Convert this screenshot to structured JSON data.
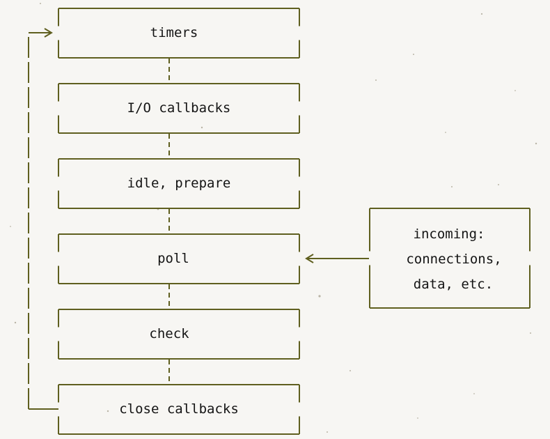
{
  "phases": [
    {
      "label": "timers"
    },
    {
      "label": "I/O callbacks"
    },
    {
      "label": "idle, prepare"
    },
    {
      "label": "poll"
    },
    {
      "label": "check"
    },
    {
      "label": "close callbacks"
    }
  ],
  "incoming": {
    "lines": [
      "incoming:",
      "connections,",
      "data, etc."
    ]
  },
  "colors": {
    "stroke": "#5f5f1f",
    "text": "#141414",
    "background": "#f7f6f3"
  }
}
